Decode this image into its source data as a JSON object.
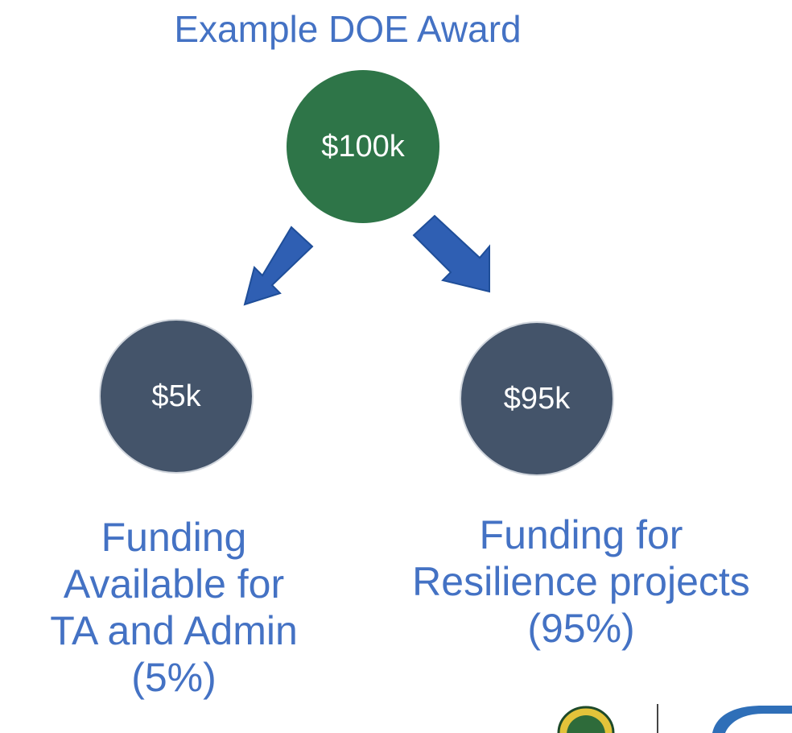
{
  "title": "Example DOE Award",
  "nodes": {
    "total": "$100k",
    "admin": "$5k",
    "resilience": "$95k"
  },
  "captions": {
    "admin": [
      "Funding",
      "Available for",
      "TA and Admin",
      "(5%)"
    ],
    "resilience": [
      "Funding for",
      "Resilience projects",
      "(95%)"
    ]
  },
  "colors": {
    "text_blue": "#4472C4",
    "total_node": "#2E7548",
    "split_node": "#44546A",
    "arrow": "#2F5FB3"
  },
  "icons": {
    "logo": "doe-seal-logo"
  }
}
